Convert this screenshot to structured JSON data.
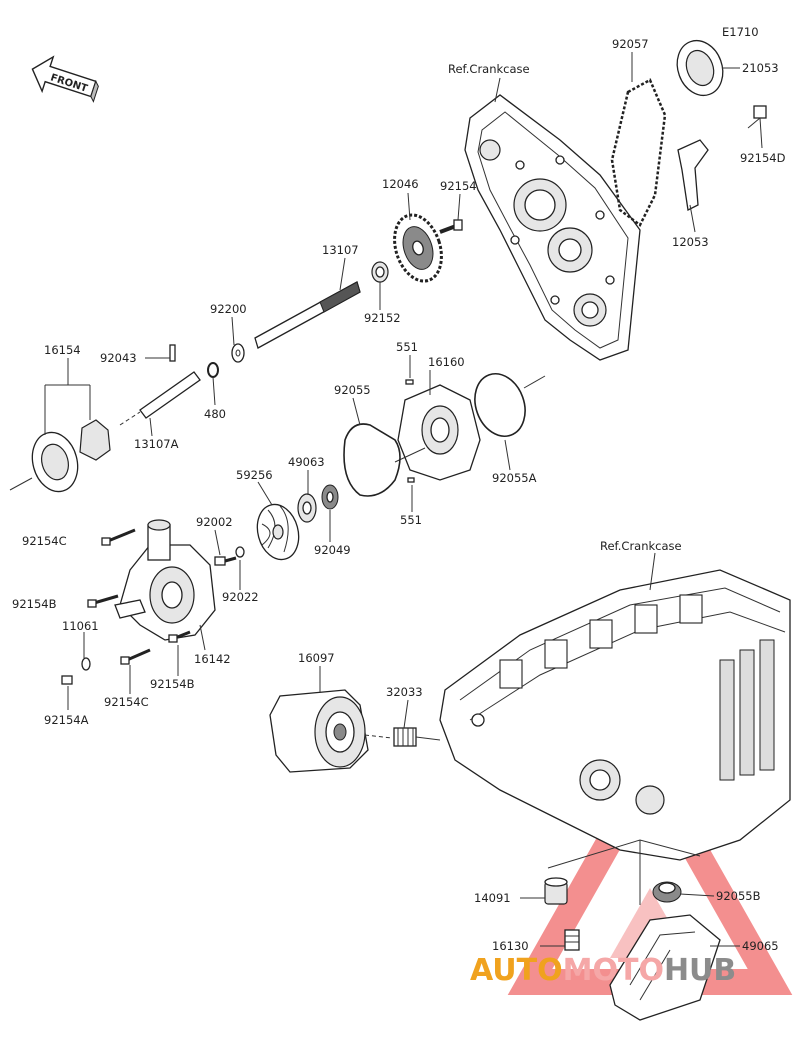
{
  "diagram": {
    "code": "E1710",
    "front_label": "FRONT",
    "refs": [
      "Ref.Crankcase",
      "Ref.Crankcase"
    ],
    "labels": [
      "92057",
      "21053",
      "92154D",
      "12053",
      "12046",
      "92154",
      "13107",
      "92152",
      "92200",
      "16154",
      "92043",
      "480",
      "13107A",
      "551",
      "16160",
      "92055",
      "92055A",
      "551",
      "59256",
      "49063",
      "92049",
      "92002",
      "92022",
      "92154C",
      "92154B",
      "11061",
      "16142",
      "92154B",
      "92154C",
      "92154A",
      "16097",
      "32033",
      "14091",
      "92055B",
      "16130",
      "49065"
    ]
  },
  "watermark": {
    "part1": "AUTO",
    "part2": "MOTO",
    "part3": "HUB",
    "colors": {
      "auto": "#f0a21e",
      "moto": "#f5a7a7",
      "hub": "#8c8c8c",
      "triangle": "#ef6a6a"
    }
  }
}
